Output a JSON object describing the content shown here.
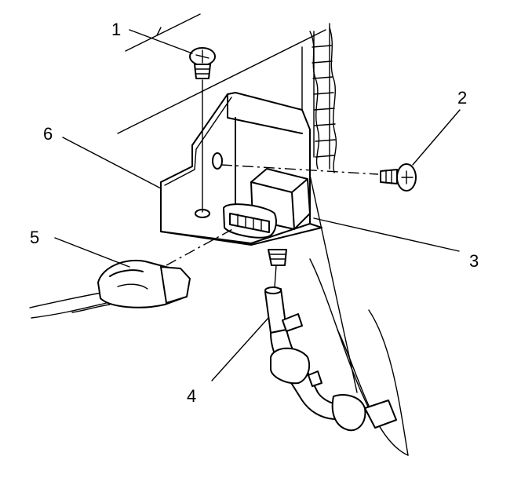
{
  "callouts": [
    {
      "id": "1",
      "part": "screw-top"
    },
    {
      "id": "2",
      "part": "screw-side"
    },
    {
      "id": "3",
      "part": "sensor-body"
    },
    {
      "id": "4",
      "part": "vacuum-hose"
    },
    {
      "id": "5",
      "part": "harness-connector"
    },
    {
      "id": "6",
      "part": "mounting-bracket"
    }
  ],
  "colors": {
    "line": "#000000",
    "background": "#ffffff"
  }
}
